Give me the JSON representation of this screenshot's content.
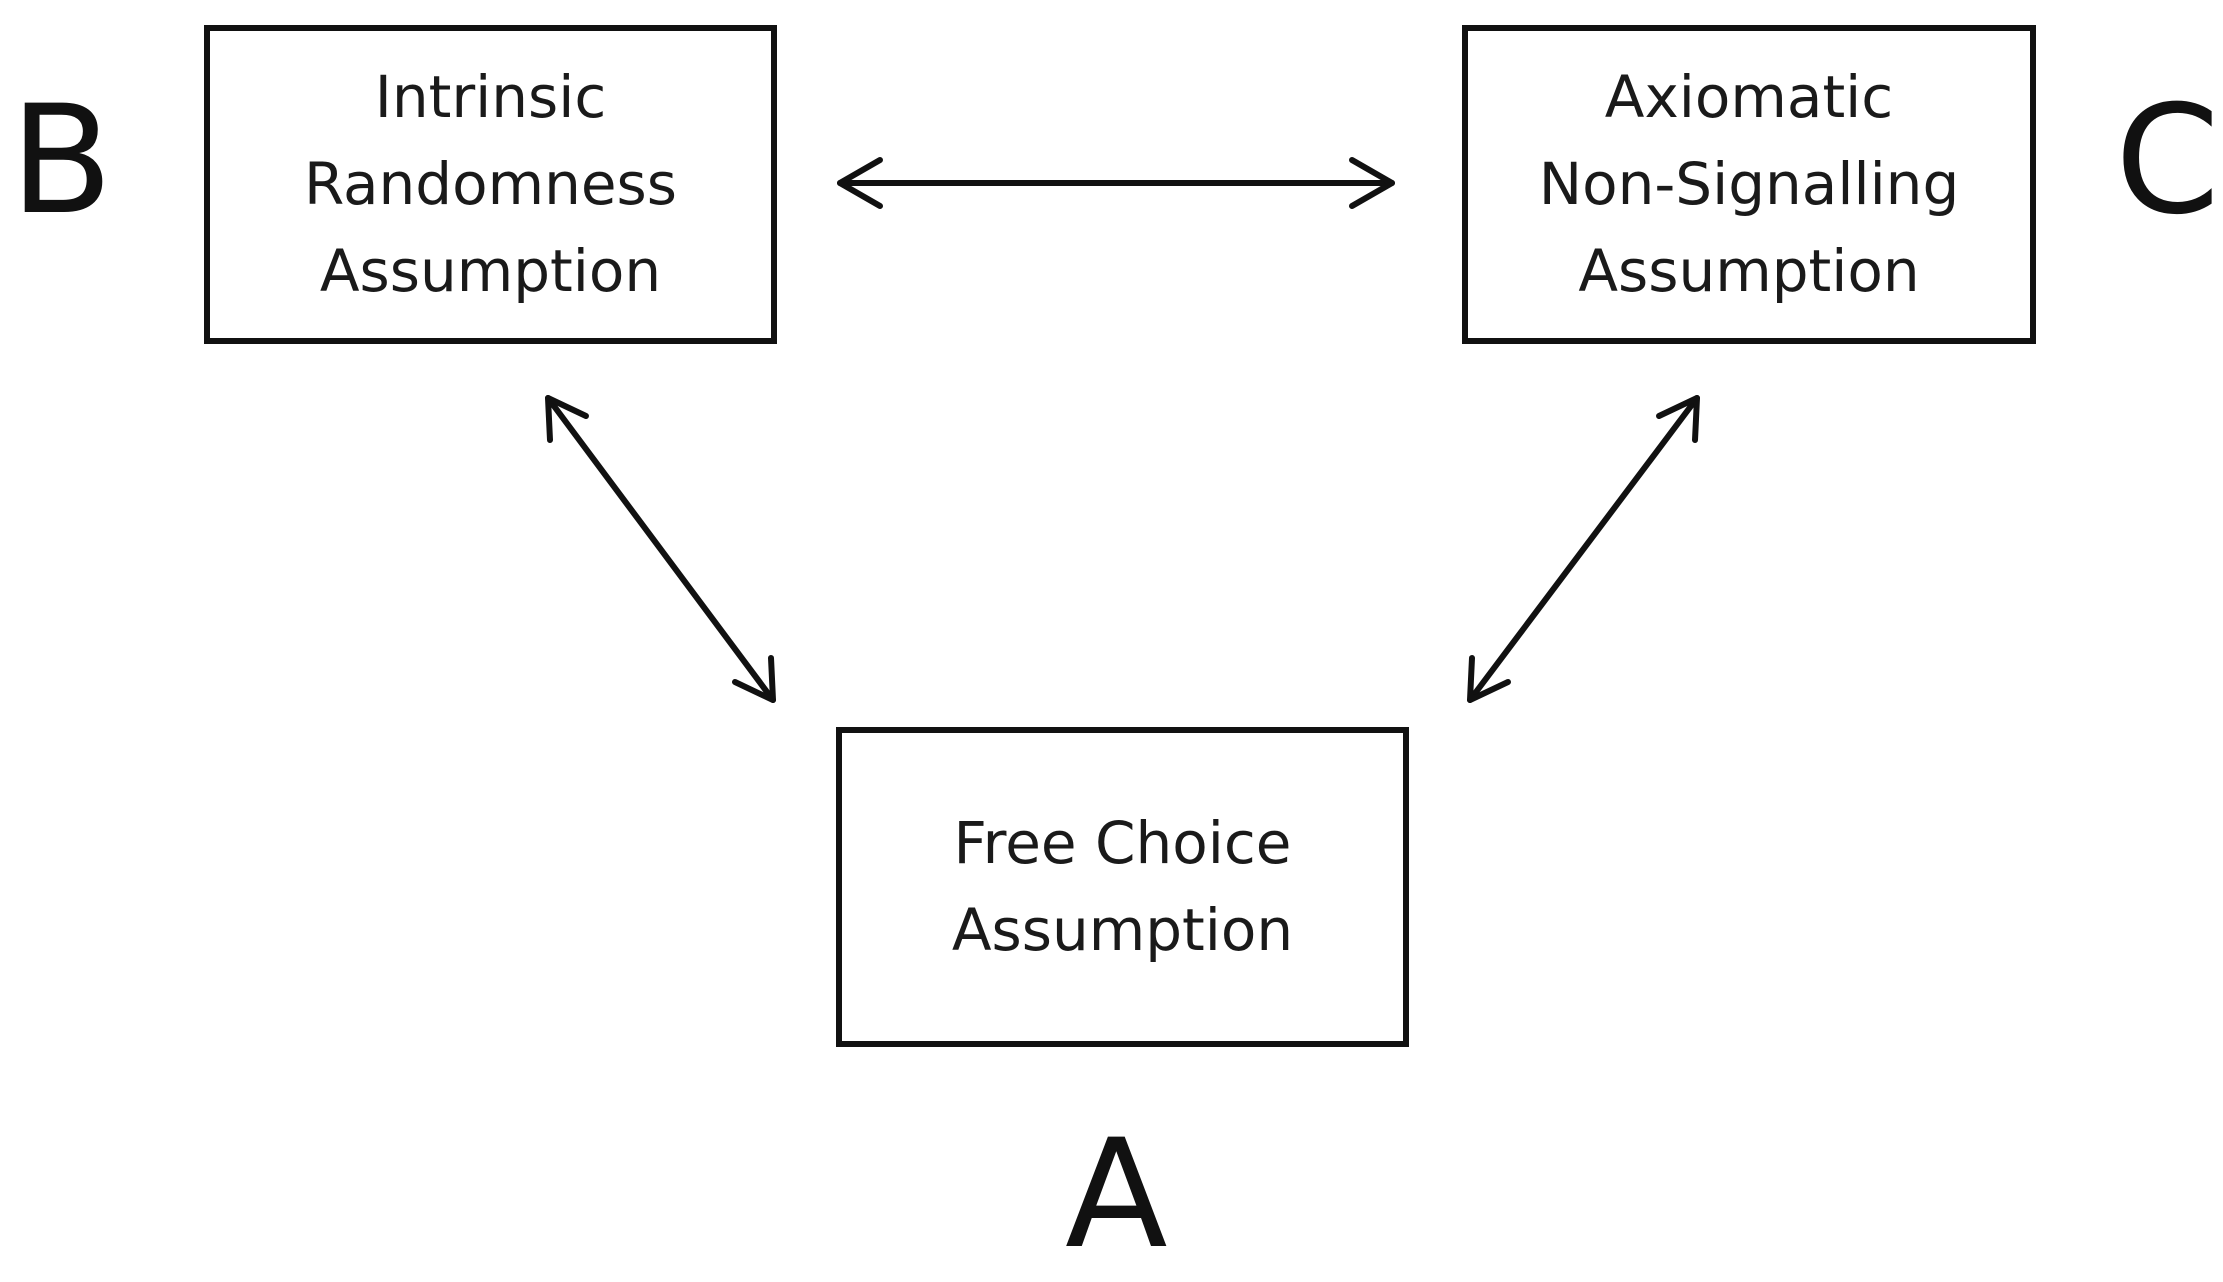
{
  "boxes": {
    "b": {
      "lines": [
        "Intrinsic",
        "Randomness",
        "Assumption"
      ]
    },
    "c": {
      "lines": [
        "Axiomatic",
        "Non-Signalling",
        "Assumption"
      ]
    },
    "a": {
      "lines": [
        "Free Choice",
        "Assumption"
      ]
    }
  },
  "labels": {
    "a": "A",
    "b": "B",
    "c": "C"
  },
  "arrows": [
    {
      "from": "B",
      "to": "C",
      "direction": "bidirectional"
    },
    {
      "from": "B",
      "to": "A",
      "direction": "bidirectional"
    },
    {
      "from": "C",
      "to": "A",
      "direction": "bidirectional"
    }
  ],
  "colors": {
    "stroke": "#111111",
    "text": "#1a1a1a",
    "background": "#ffffff"
  }
}
